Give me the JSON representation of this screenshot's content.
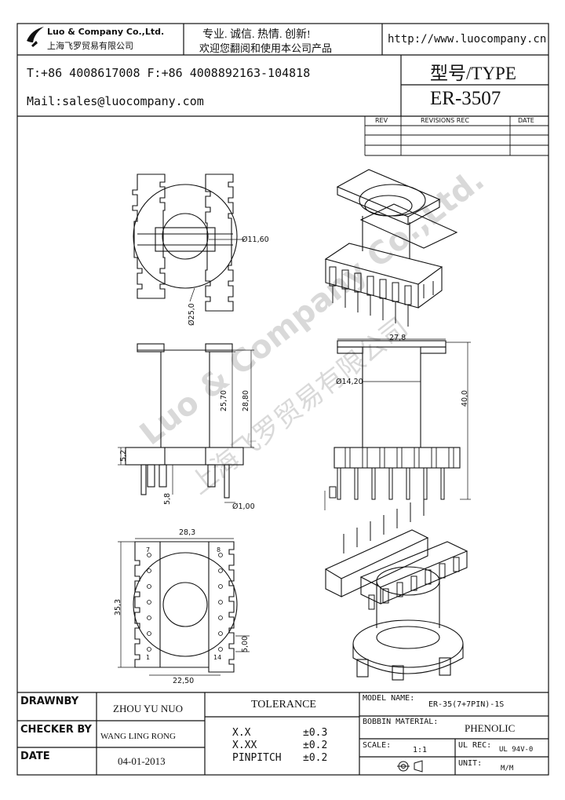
{
  "header": {
    "company_en": "Luo & Company Co.,Ltd.",
    "company_cn": "上海飞罗贸易有限公司",
    "slogan_1": "专业. 诚信. 热情. 创新!",
    "slogan_2": "欢迎您翻阅和使用本公司产品",
    "website": "http://www.luocompany.cn",
    "phone_fax": "T:+86 4008617008 F:+86 4008892163-104818",
    "mail": "Mail:sales@luocompany.com",
    "type_label": "型号/TYPE",
    "type_value": "ER-3507"
  },
  "revisions": {
    "col_rev": "REV",
    "col_revisions": "REVISIONS REC",
    "col_date": "DATE"
  },
  "dims": {
    "g": "Ø11,60",
    "j": "Ø25,0",
    "j2": "27,8",
    "h": "Ø14,20",
    "e": "25,70",
    "f": "28,80",
    "d": "40,0",
    "k": "5,2",
    "m": "5,8",
    "c": "Ø1,00",
    "n": "28,3",
    "o": "35,3",
    "a": "22,50",
    "b": "5,00",
    "pin7": "7",
    "pin8": "8",
    "pin1": "1",
    "pin14": "14"
  },
  "watermark": {
    "text_en": "Luo & Company Co.,Ltd.",
    "text_cn": "上海飞罗贸易有限公司"
  },
  "titleblock": {
    "drawn_by_label": "DRAWNBY",
    "drawn_by": "ZHOU YU NUO",
    "checker_label": "CHECKER BY",
    "checker": "WANG LING RONG",
    "date_label": "DATE",
    "date": "04-01-2013",
    "tolerance_label": "TOLERANCE",
    "tol_1_label": "X.X",
    "tol_1": "±0.3",
    "tol_2_label": "X.XX",
    "tol_2": "±0.2",
    "tol_3_label": "PINPITCH",
    "tol_3": "±0.2",
    "model_label": "MODEL NAME:",
    "model": "ER-35(7+7PIN)-1S",
    "bobbin_label": "BOBBIN MATERIAL:",
    "bobbin": "PHENOLIC",
    "scale_label": "SCALE:",
    "scale": "1:1",
    "ul_label": "UL REC:",
    "ul": "UL 94V-0",
    "unit_label": "UNIT:",
    "unit": "M/M"
  }
}
